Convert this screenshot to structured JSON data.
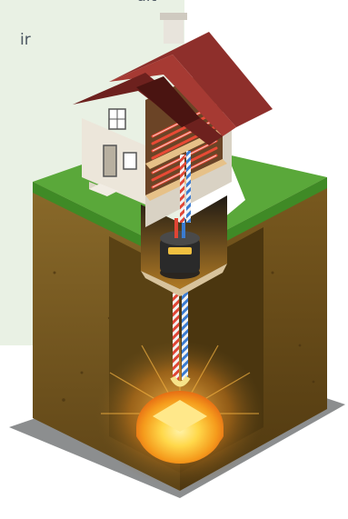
{
  "panel": {
    "line1": "ult",
    "line2": "ir",
    "background": "#e9f1e4"
  },
  "illustration": {
    "subject": "house-geothermal-cutaway",
    "colors": {
      "grass": "#5aa83a",
      "soil": "#7a5a22",
      "roof": "#8e2f2b",
      "wall": "#ece6da",
      "hot_pipe": "#e84a35",
      "cold_pipe": "#3c7fd0",
      "heat_core": "#f6a21a"
    }
  }
}
